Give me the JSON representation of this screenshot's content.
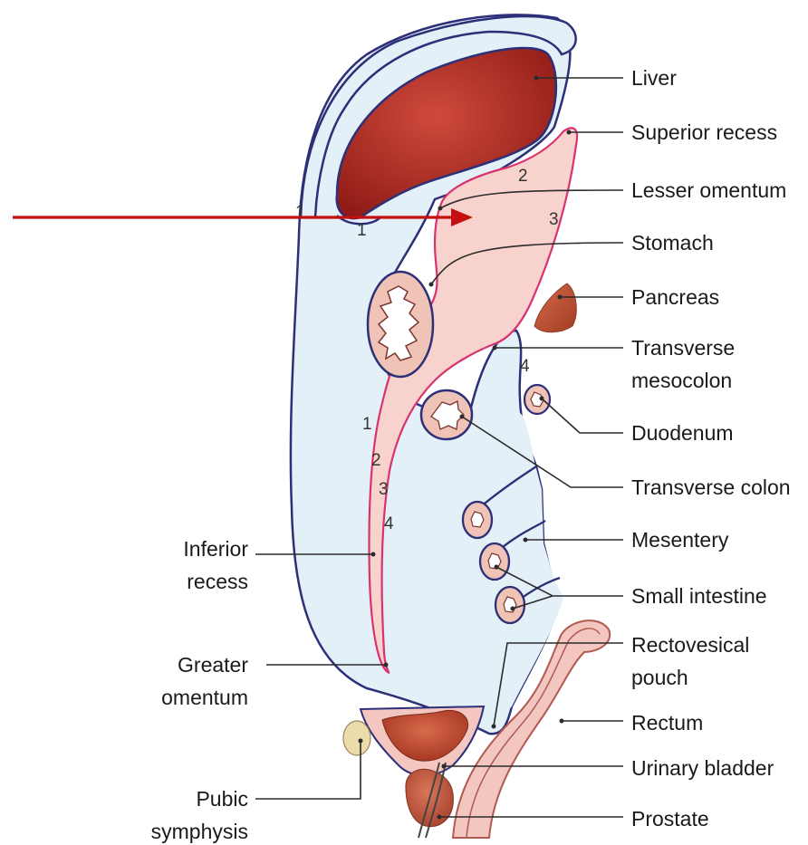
{
  "labels": {
    "liver": "Liver",
    "superior_recess": "Superior recess",
    "lesser_omentum": "Lesser omentum",
    "stomach": "Stomach",
    "pancreas": "Pancreas",
    "transverse_mesocolon_1": "Transverse",
    "transverse_mesocolon_2": "mesocolon",
    "duodenum": "Duodenum",
    "transverse_colon": "Transverse colon",
    "mesentery": "Mesentery",
    "small_intestine": "Small intestine",
    "rectovesical_pouch_1": "Rectovesical",
    "rectovesical_pouch_2": "pouch",
    "rectum": "Rectum",
    "urinary_bladder": "Urinary bladder",
    "prostate": "Prostate",
    "inferior_recess_1": "Inferior",
    "inferior_recess_2": "recess",
    "greater_omentum_1": "Greater",
    "greater_omentum_2": "omentum",
    "pubic_symphysis_1": "Pubic",
    "pubic_symphysis_2": "symphysis"
  },
  "layer_numbers": {
    "top_1": "1",
    "top_1b": "1",
    "top_2": "2",
    "top_3": "3",
    "mid_4": "4",
    "low_1": "1",
    "low_2": "2",
    "low_3": "3",
    "low_4": "4"
  },
  "colors": {
    "peritoneal_cavity": "#e4f0f7",
    "lesser_sac": "#f8d2cc",
    "outline_blue": "#2d2f78",
    "outline_pink": "#d8336e",
    "liver": "#b32a22",
    "organ_wall": "#efc3b6",
    "pancreas": "#c0563a",
    "pubic": "#ecdcaa",
    "arrow": "#c40f0f"
  },
  "icons": [
    "arrow-right-icon"
  ]
}
